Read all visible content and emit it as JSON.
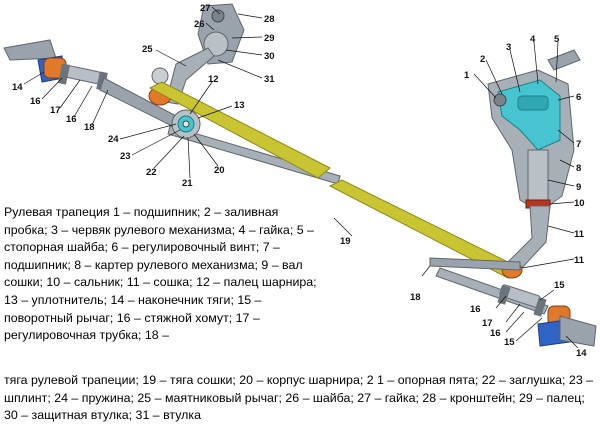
{
  "caption": {
    "part1": "Рулевая трапеция 1 – подшипник; 2 – заливная пробка; 3 – червяк рулевого механизма; 4 – гайка; 5 – стопорная шайба; 6 – регулировочный винт; 7 – подшипник; 8 – картер рулевого механизма; 9 – вал сошки; 10 – сальник; 11 – сошка; 12 – палец шарнира; 13 – уплотнитель; 14 – наконечник тяги; 15 – поворотный рычаг; 16 – стяжной хомут; 17 – регулировочная трубка; 18 –",
    "part2": "тяга рулевой трапеции; 19 – тяга сошки; 20 – корпус шарнира; 2 1 – опорная пята; 22 – заглушка; 23 – шплинт; 24 – пружина; 25 – маятниковый рычаг; 26 – шайба; 27 – гайка; 28 – кронштейн; 29 – палец; 30 – защитная втулка; 31 – втулка"
  },
  "callouts": {
    "n1": "1",
    "n2": "2",
    "n3": "3",
    "n4": "4",
    "n5": "5",
    "n6": "6",
    "n7": "7",
    "n8": "8",
    "n9": "9",
    "n10": "10",
    "n11_upper": "11",
    "n11_lower": "11",
    "n12": "12",
    "n13": "13",
    "n14_left": "14",
    "n14_right": "14",
    "n15_left": "15",
    "n15_right": "15",
    "n16_left": "16",
    "n16_right_a": "16",
    "n16_right_b": "16",
    "n17_left": "17",
    "n17_right": "17",
    "n18_left": "18",
    "n18_right": "18",
    "n19": "19",
    "n20": "20",
    "n21": "21",
    "n22": "22",
    "n23": "23",
    "n24": "24",
    "n25": "25",
    "n26": "26",
    "n27": "27",
    "n28": "28",
    "n29": "29",
    "n30": "30",
    "n31": "31"
  },
  "colors": {
    "rod_yellow": "#c9c431",
    "rod_yellow_dark": "#8f8a12",
    "steel_gray": "#9aa3ab",
    "steel_dark": "#5e666e",
    "cutaway_cyan": "#46c4cf",
    "boot_orange": "#e07a2a",
    "boot_red": "#b8361e",
    "blue_accent": "#2f63c6"
  }
}
